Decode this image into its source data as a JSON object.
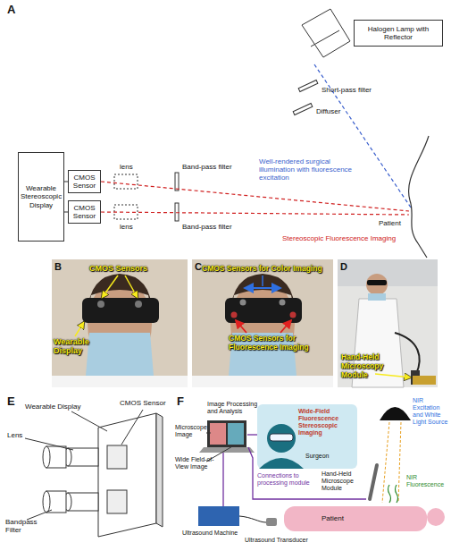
{
  "diagram": {
    "nodes": [
      {
        "text": [
          "Halogen Lamp with Reflector"
        ]
      },
      {
        "text": [
          "Wearable Stereoscopic Display"
        ]
      },
      {
        "text": [
          "CMOS Sensor"
        ]
      },
      {
        "text": [
          "CMOS Sensor"
        ]
      }
    ],
    "labels": [
      "A",
      "Short-pass filter",
      "Diffuser",
      "Well-rendered surgical illumination with fluorescence excitation",
      "lens",
      "Band-pass filter",
      "lens",
      "Band-pass filter",
      "Patient",
      "Stereoscopic Fluorescence Imaging",
      "B",
      "CMOS Sensors",
      "Wearable Display",
      "C",
      "CMOS Sensors for Color Imaging",
      "CMOS Sensors for Fluorescence Imaging",
      "D",
      "Hand-Held Microscopy Module",
      "E",
      "Wearable Display",
      "Lens",
      "CMOS Sensor",
      "Bandpass Filter",
      "F",
      "Image Processing and Analysis",
      "Microscope Image",
      "Wide Field-of-View Image",
      "Wide-Field Fluorescence Stereoscopic Imaging",
      "Surgeon",
      "NIR Excitation and White Light Source",
      "Connections to processing module",
      "Hand-Held Microscope Module",
      "NIR Fluorescence",
      "Patient",
      "Ultrasound Machine",
      "Ultrasound Transducer"
    ]
  }
}
